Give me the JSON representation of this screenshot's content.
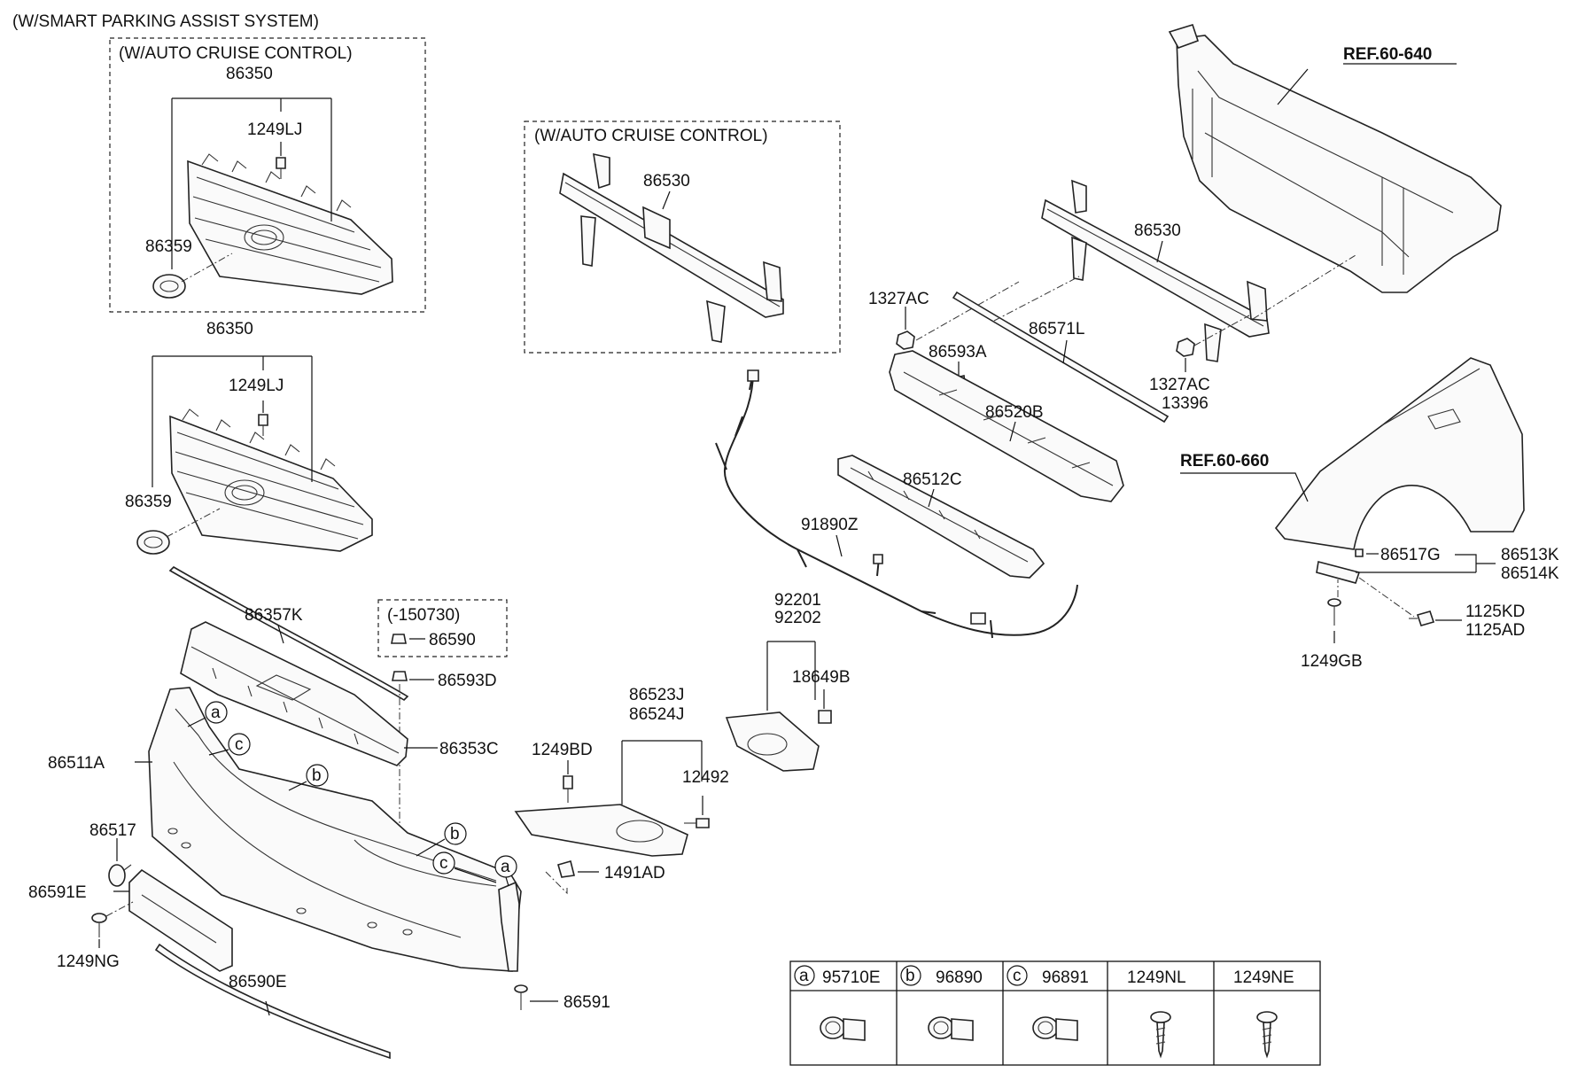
{
  "notes": {
    "spas": "(W/SMART PARKING ASSIST SYSTEM)",
    "acc_grille": "(W/AUTO CRUISE CONTROL)",
    "acc_beam": "(W/AUTO CRUISE CONTROL)",
    "date_code": "(-150730)"
  },
  "refs": {
    "ref_640": "REF.60-640",
    "ref_660": "REF.60-660"
  },
  "parts": {
    "acc_grille": "86350",
    "acc_grille_screw": "1249LJ",
    "acc_emblem": "86359",
    "grille": "86350",
    "grille_screw": "1249LJ",
    "emblem": "86359",
    "molding_upper": "86357K",
    "clip_date": "86590",
    "clip_upper": "86593D",
    "upper_cover": "86353C",
    "bumper_cover": "86511A",
    "hook_cap": "86517",
    "plate_bracket": "86591E",
    "plate_screw": "1249NG",
    "lower_molding": "86590E",
    "lower_bolt": "86591",
    "acc_beam": "86530",
    "beam": "86530",
    "nut_left": "1327AC",
    "nut_right": "1327AC",
    "reinforce_strip": "86571L",
    "bracket_small": "86593A",
    "absorber": "86520B",
    "lower_grille": "86512C",
    "wiring": "91890Z",
    "fog_lamp_lh": "92201",
    "fog_lamp_rh": "92202",
    "fog_bulb": "18649B",
    "fog_cover_lh": "86523J",
    "fog_cover_rh": "86524J",
    "bracket_screw": "1249BD",
    "cover_screw": "12492",
    "clip_nut": "1491AD",
    "sensor_label_13396": "13396",
    "bracket_pin": "86517G",
    "side_bracket_lh": "86513K",
    "side_bracket_rh": "86514K",
    "side_bolt_a": "1125KD",
    "side_bolt_b": "1125AD",
    "side_screw": "1249GB"
  },
  "callouts": {
    "a": "a",
    "b": "b",
    "c": "c"
  },
  "legend": {
    "columns": [
      {
        "letter": "a",
        "part": "95710E",
        "icon": "parking-sensor-icon"
      },
      {
        "letter": "b",
        "part": "96890",
        "icon": "parking-sensor-icon"
      },
      {
        "letter": "c",
        "part": "96891",
        "icon": "parking-sensor-icon"
      },
      {
        "letter": "",
        "part": "1249NL",
        "icon": "screw-icon"
      },
      {
        "letter": "",
        "part": "1249NE",
        "icon": "screw-icon"
      }
    ]
  }
}
